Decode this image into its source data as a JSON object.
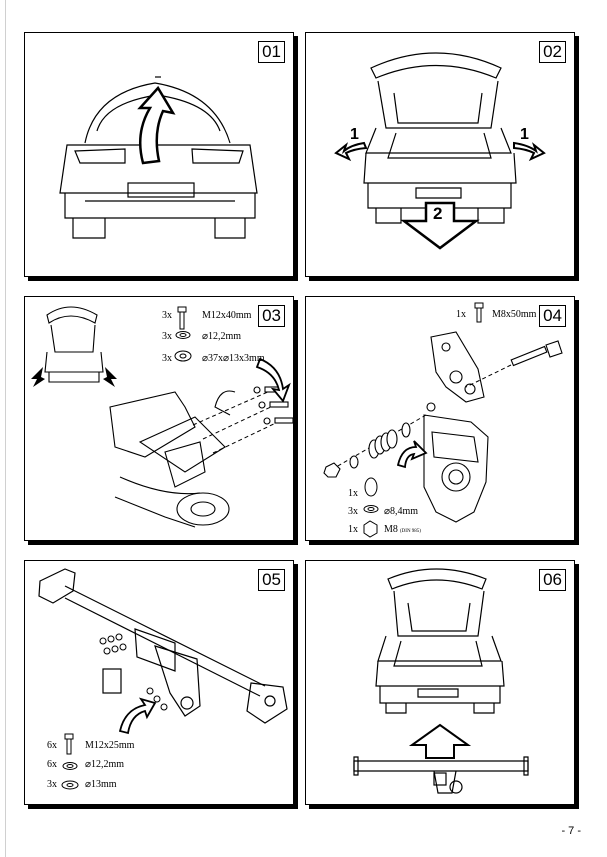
{
  "page": {
    "number_label": "- 7 -"
  },
  "steps": [
    {
      "id": "01",
      "label": "01"
    },
    {
      "id": "02",
      "label": "02",
      "callouts": [
        "1",
        "1",
        "2"
      ]
    },
    {
      "id": "03",
      "label": "03",
      "parts": [
        {
          "qty": "3x",
          "name": "M12x40mm",
          "icon": "bolt-icon"
        },
        {
          "qty": "3x",
          "name": "⌀12,2mm",
          "icon": "spring-washer-icon"
        },
        {
          "qty": "3x",
          "name": "⌀37x⌀13x3mm",
          "icon": "flat-washer-icon"
        }
      ]
    },
    {
      "id": "04",
      "label": "04",
      "parts_top": [
        {
          "qty": "1x",
          "name": "M8x50mm",
          "icon": "bolt-icon"
        }
      ],
      "parts": [
        {
          "qty": "1x",
          "name": "",
          "icon": "spring-icon"
        },
        {
          "qty": "3x",
          "name": "⌀8,4mm",
          "icon": "washer-icon"
        },
        {
          "qty": "1x",
          "name": "M8",
          "sub": "(DIN 985)",
          "icon": "nut-icon"
        }
      ]
    },
    {
      "id": "05",
      "label": "05",
      "parts": [
        {
          "qty": "6x",
          "name": "M12x25mm",
          "icon": "bolt-icon"
        },
        {
          "qty": "6x",
          "name": "⌀12,2mm",
          "icon": "spring-washer-icon"
        },
        {
          "qty": "3x",
          "name": "⌀13mm",
          "icon": "flat-washer-icon"
        }
      ]
    },
    {
      "id": "06",
      "label": "06"
    }
  ]
}
